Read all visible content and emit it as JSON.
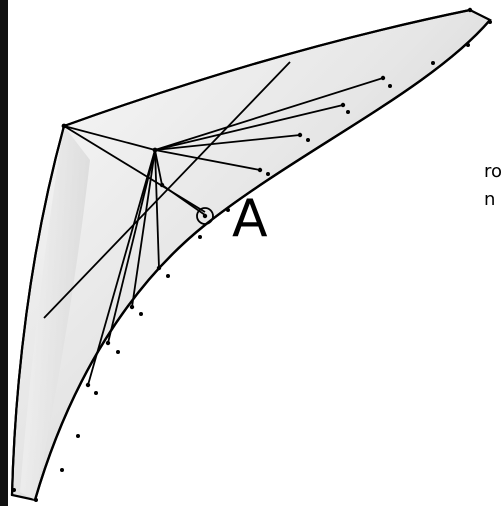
{
  "diagram": {
    "point_label": "A",
    "side_text_line1": "ro",
    "side_text_line2": "n"
  },
  "colors": {
    "wing_fill_light": "#f2f2f2",
    "wing_fill_shade": "#c9c9c9",
    "stroke": "#000000",
    "left_bar": "#111111"
  }
}
